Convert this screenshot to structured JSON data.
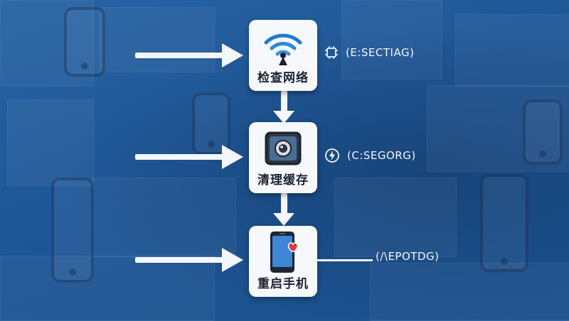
{
  "steps": [
    {
      "label": "检查网络",
      "icon": "wifi-tower-icon"
    },
    {
      "label": "清理缓存",
      "icon": "camera-cleaner-icon"
    },
    {
      "label": "重启手机",
      "icon": "phone-heart-icon"
    }
  ],
  "side_tags": [
    {
      "text": "(E:SECTIAG)",
      "icon": "chip-icon"
    },
    {
      "text": "(C:SEGORG)",
      "icon": "lightning-circle-icon"
    },
    {
      "text": "(/\\EPOTDG)"
    }
  ],
  "colors": {
    "background": "#1f5694",
    "card": "#f6f8fb",
    "arrow": "#f4f7fb",
    "heart": "#e0393e",
    "phone_screen": "#3e86d6"
  }
}
